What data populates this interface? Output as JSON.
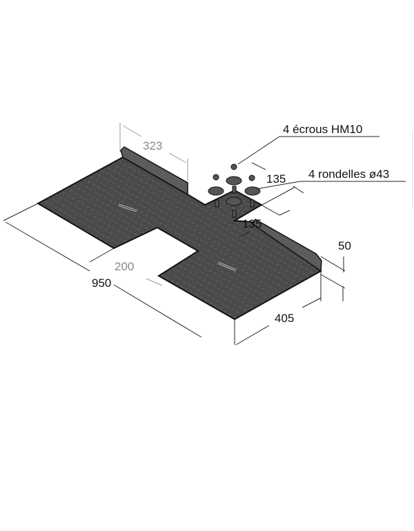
{
  "drawing": {
    "callouts": {
      "nuts": "4 écrous HM10",
      "washers": "4 rondelles ø43"
    },
    "dimensions": {
      "flange_length": "323",
      "mount_width_a": "135",
      "mount_width_b": "135",
      "flange_height": "50",
      "plate_depth": "405",
      "total_length": "950",
      "notch_width": "200"
    },
    "colors": {
      "plate": "#4a4a4a",
      "flange": "#5c5c5c",
      "line": "#222222",
      "gray_dim": "#888888"
    }
  }
}
